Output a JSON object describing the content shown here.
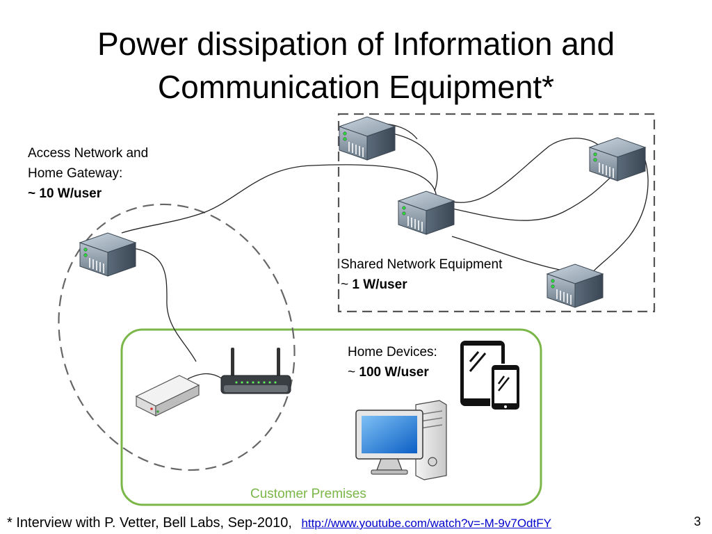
{
  "slide": {
    "title_line1": "Power dissipation of Information and",
    "title_line2": "Communication Equipment*",
    "access": {
      "line1": "Access Network and",
      "line2": "Home Gateway:",
      "value": "~ 10 W/user"
    },
    "shared": {
      "line1": "Shared Network Equipment",
      "tilde": "~",
      "value": "1 W/user"
    },
    "home": {
      "line1": "Home Devices:",
      "tilde": "~",
      "value": "100 W/user"
    },
    "premises_label": "Customer Premises",
    "footnote_star": "*",
    "footnote_text": " Interview with P. Vetter, Bell Labs, Sep-2010,",
    "footnote_link": "http://www.youtube.com/watch?v=-M-9v7OdtFY",
    "page_number": "3"
  },
  "colors": {
    "premises_green": "#7ab648",
    "dashed_gray": "#555555",
    "link_blue": "#0000cc"
  },
  "icons": [
    "server-icon",
    "modem-icon",
    "router-icon",
    "tablet-icon",
    "smartphone-icon",
    "desktop-computer-icon"
  ]
}
